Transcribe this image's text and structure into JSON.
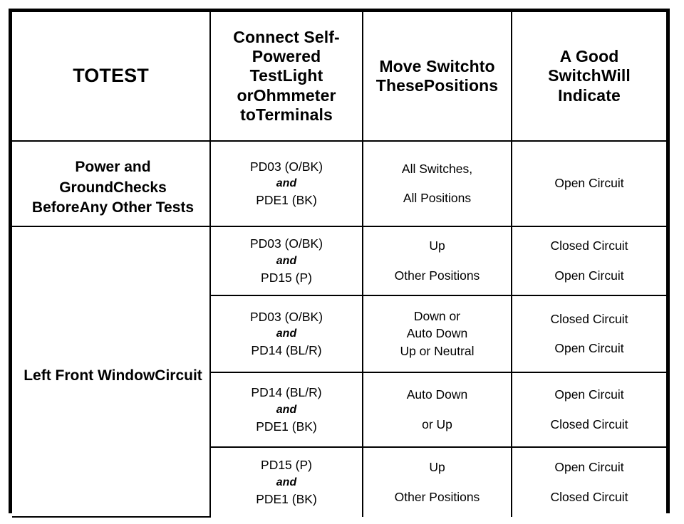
{
  "table": {
    "headers": [
      {
        "id": "to-test",
        "lines": [
          "TO",
          "TEST"
        ]
      },
      {
        "id": "connect-to",
        "lines": [
          "Connect Self-",
          "Powered Test",
          "Light or",
          "Ohmmeter to",
          "Terminals"
        ]
      },
      {
        "id": "move-switch",
        "lines": [
          "Move Switch",
          "to These",
          "Positions"
        ]
      },
      {
        "id": "good-switch",
        "lines": [
          "A Good Switch",
          "Will Indicate"
        ]
      }
    ],
    "rows": [
      {
        "id": "power-and-ground-checks",
        "label_lines": [
          "Power and Ground",
          "Checks Before",
          "Any Other Tests"
        ],
        "label_rowspan": 1,
        "tests": [
          {
            "terminals": [
              "PD03 (O/BK)",
              "and",
              "PDE1  (BK)"
            ],
            "terminals_italic_index": 1,
            "positions": [
              "All Switches,",
              "All Positions"
            ],
            "positions_gap_index": 1,
            "indicate": [
              "Open Circuit"
            ],
            "indicate_gap_index": -1
          }
        ]
      },
      {
        "id": "left-front-window-circuit",
        "label_lines": [
          "Left Front Window",
          "Circuit"
        ],
        "label_rowspan": 4,
        "tests": [
          {
            "terminals": [
              "PD03 (O/BK)",
              "and",
              "PD15 (P)"
            ],
            "terminals_italic_index": 1,
            "positions": [
              "Up",
              "Other Positions"
            ],
            "positions_gap_index": 1,
            "indicate": [
              "Closed Circuit",
              "Open Circuit"
            ],
            "indicate_gap_index": 1
          },
          {
            "terminals": [
              "PD03 (O/BK)",
              "and",
              "PD14 (BL/R)"
            ],
            "terminals_italic_index": 1,
            "positions": [
              "Down or",
              "Auto Down",
              "Up or Neutral"
            ],
            "positions_gap_index": -1,
            "indicate": [
              "Closed Circuit",
              "Open Circuit"
            ],
            "indicate_gap_index": 1
          },
          {
            "terminals": [
              "PD14 (BL/R)",
              "and",
              "PDE1 (BK)"
            ],
            "terminals_italic_index": 1,
            "positions": [
              "Auto Down",
              "or Up"
            ],
            "positions_gap_index": 1,
            "indicate": [
              "Open Circuit",
              "Closed  Circuit"
            ],
            "indicate_gap_index": 1
          },
          {
            "terminals": [
              "PD15 (P)",
              "and",
              "PDE1 (BK)"
            ],
            "terminals_italic_index": 1,
            "positions": [
              "Up",
              "Other Positions"
            ],
            "positions_gap_index": 1,
            "indicate": [
              "Open Circuit",
              "Closed Circuit"
            ],
            "indicate_gap_index": 1
          }
        ]
      }
    ]
  },
  "colors": {
    "ink": "#000000",
    "paper": "#ffffff"
  }
}
